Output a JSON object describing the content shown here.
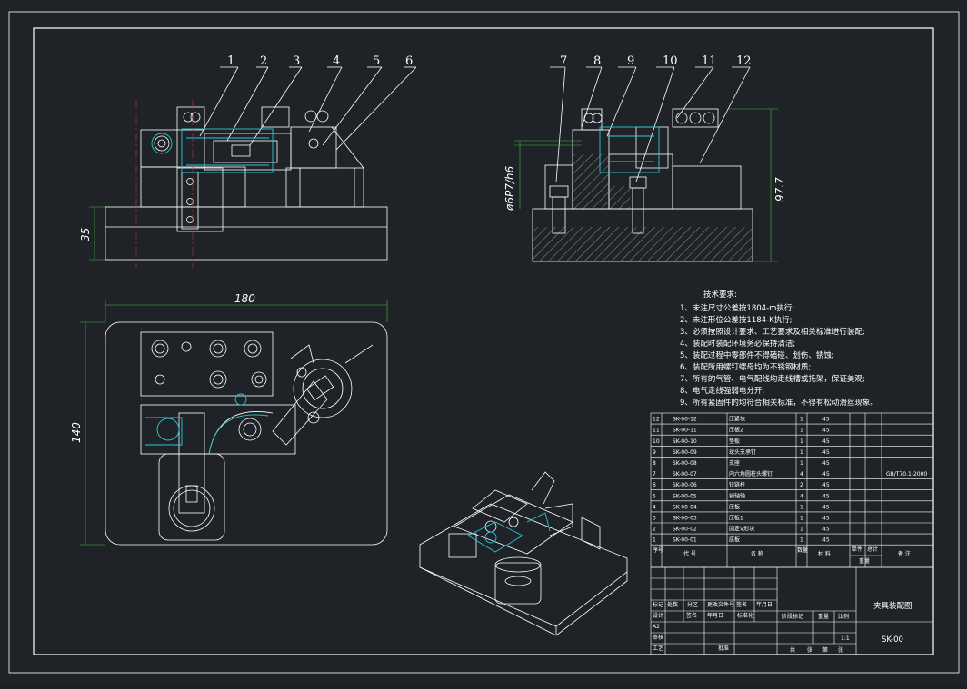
{
  "drawing": {
    "front_labels": [
      "1",
      "2",
      "3",
      "4",
      "5",
      "6"
    ],
    "side_labels": [
      "7",
      "8",
      "9",
      "10",
      "11",
      "12"
    ],
    "dims": {
      "front_height": "35",
      "side_height": "97.7",
      "fit": "ø6P7/h6",
      "plan_width": "180",
      "plan_height": "140"
    },
    "requirements": {
      "title": "技术要求:",
      "items": [
        "1、未注尺寸公差按1804-m执行;",
        "2、未注形位公差按1184-K执行;",
        "3、必须按照设计要求、工艺要求及相关标准进行装配;",
        "4、装配时装配环境务必保持清洁;",
        "5、装配过程中零部件不得磕碰、划伤、锈蚀;",
        "6、装配所用螺钉螺母均为不锈钢材质;",
        "7、所有的气管、电气配线均走线槽或托架，保证美观;",
        "8、电气走线强弱电分开;",
        "9、所有紧固件的均符合相关标准，不得有松动滑丝现象。"
      ]
    },
    "bom": {
      "rows": [
        [
          "12",
          "SK-00-12",
          "压紧块",
          "1",
          "45",
          ""
        ],
        [
          "11",
          "SK-00-11",
          "压板2",
          "1",
          "45",
          ""
        ],
        [
          "10",
          "SK-00-10",
          "垫板",
          "1",
          "45",
          ""
        ],
        [
          "9",
          "SK-00-09",
          "球头支承钉",
          "1",
          "45",
          ""
        ],
        [
          "8",
          "SK-00-08",
          "支座",
          "1",
          "45",
          ""
        ],
        [
          "7",
          "SK-00-07",
          "内六角圆柱头螺钉",
          "4",
          "45",
          "GB/T70.1-2000"
        ],
        [
          "6",
          "SK-00-06",
          "铰链杆",
          "2",
          "45",
          ""
        ],
        [
          "5",
          "SK-00-05",
          "销轴轴",
          "4",
          "45",
          ""
        ],
        [
          "4",
          "SK-00-04",
          "压板",
          "1",
          "45",
          ""
        ],
        [
          "3",
          "SK-00-03",
          "压板1",
          "1",
          "45",
          ""
        ],
        [
          "2",
          "SK-00-02",
          "固定V形块",
          "1",
          "45",
          ""
        ],
        [
          "1",
          "SK-00-01",
          "底板",
          "1",
          "45",
          ""
        ]
      ],
      "header": {
        "no": "序号",
        "code": "代 号",
        "name": "名 称",
        "qty": "数量",
        "material": "材 料",
        "weight_single": "单件",
        "weight_total": "总计",
        "weight": "重量",
        "note": "备 注"
      }
    },
    "title_block": {
      "title": "夹具装配图",
      "drawing_no": "SK-00",
      "row1": [
        "标记",
        "处数",
        "分区",
        "更改文件号",
        "签名",
        "年月日"
      ],
      "row2": [
        "设计",
        "签名",
        "年月日",
        "标准化"
      ],
      "stage_label": "阶段标记",
      "weight_label": "重量",
      "scale_label": "比例",
      "scale_value": "1:1",
      "sheets": [
        "共",
        "张",
        "第",
        "张"
      ],
      "review": "审核",
      "process": "工艺",
      "approve": "批准",
      "sheet_size": "A2"
    }
  }
}
